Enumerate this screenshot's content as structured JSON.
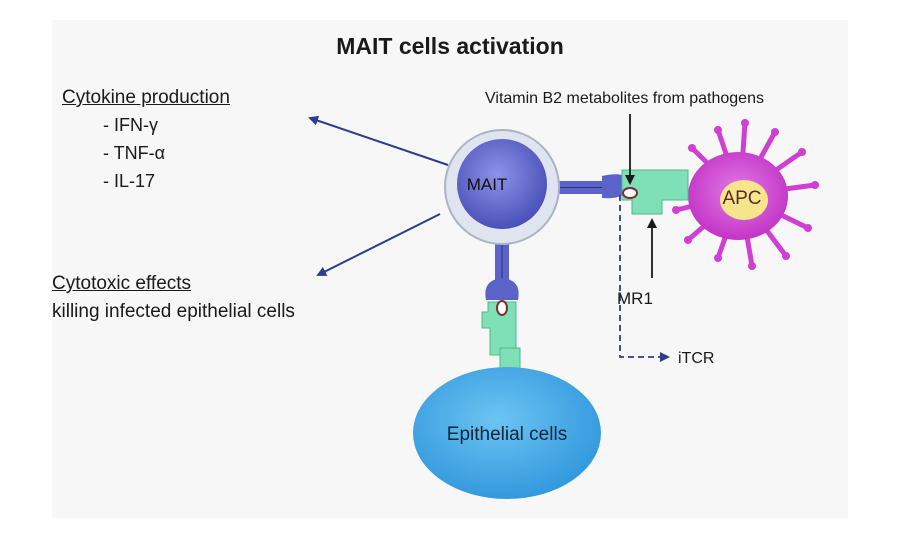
{
  "title": "MAIT cells activation",
  "cytokine": {
    "heading": "Cytokine production",
    "items": [
      "- IFN-γ",
      "- TNF-α",
      "- IL-17"
    ]
  },
  "cytotoxic": {
    "heading": "Cytotoxic effects",
    "detail": "killing infected epithelial cells"
  },
  "labels": {
    "vitamin": "Vitamin B2 metabolites from pathogens",
    "mait": "MAIT",
    "apc": "APC",
    "mr1": "MR1",
    "itcr": "iTCR",
    "epithelial": "Epithelial cells"
  },
  "colors": {
    "arrow": "#2a3d8f",
    "mait_cell": "#5b63c9",
    "apc": "#d23ed6",
    "mr1": "#7fe0b8",
    "epithelial": "#3fa8e8"
  }
}
